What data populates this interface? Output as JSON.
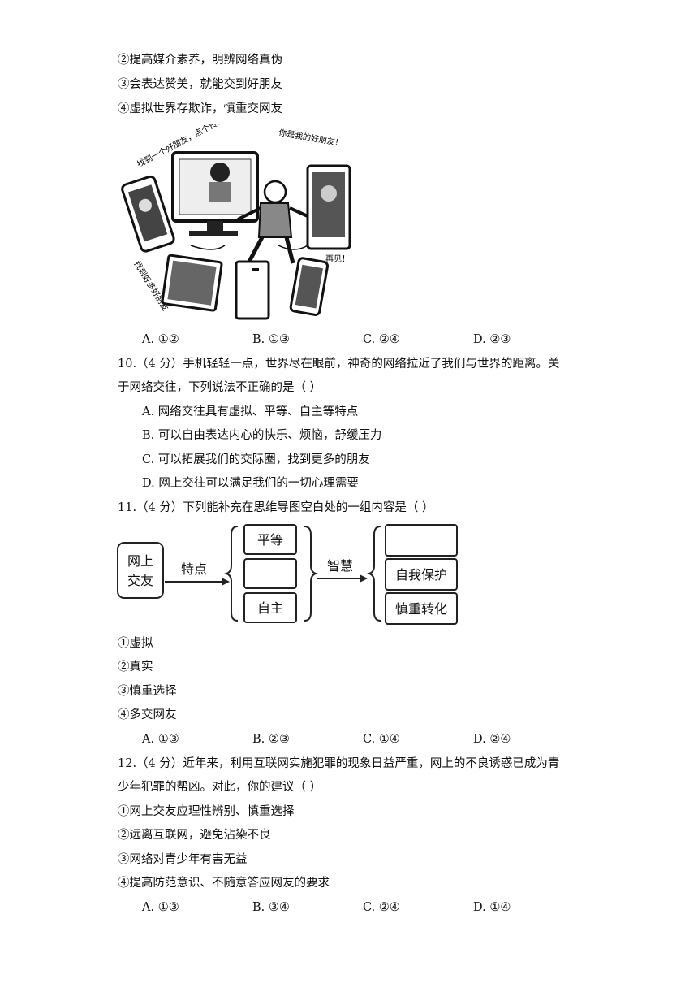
{
  "q9": {
    "items": [
      "②提高媒介素养，明辨网络真伪",
      "③会表达赞美，就能交到好朋友",
      "④虚拟世界存欺诈，慎重交网友"
    ],
    "cartoon_text": [
      "找到一个好朋友，点个赞！打点赏！",
      "你是我的好朋友！",
      "找到好多好朋友",
      "再见！"
    ],
    "options": [
      "A. ①②",
      "B. ①③",
      "C. ②④",
      "D. ②③"
    ]
  },
  "q10": {
    "stem_line1": "10.（4 分）手机轻轻一点，世界尽在眼前，神奇的网络拉近了我们与世界的距离。关",
    "stem_line2": "于网络交往，下列说法不正确的是（   ）",
    "choices": [
      "A. 网络交往具有虚拟、平等、自主等特点",
      "B. 可以自由表达内心的快乐、烦恼，舒缓压力",
      "C. 可以拓展我们的交际圈，找到更多的朋友",
      "D. 网上交往可以满足我们的一切心理需要"
    ]
  },
  "q11": {
    "stem": "11.（4 分）下列能补充在思维导图空白处的一组内容是（   ）",
    "mindmap": {
      "root": "网上交友",
      "root_lines": [
        "网上",
        "交友"
      ],
      "arrow1": "特点",
      "mid": [
        "平等",
        "",
        "自主"
      ],
      "arrow2": "智慧",
      "right": [
        "",
        "自我保护",
        "慎重转化"
      ]
    },
    "items": [
      "①虚拟",
      "②真实",
      "③慎重选择",
      "④多交网友"
    ],
    "options": [
      "A. ①③",
      "B. ②③",
      "C. ①④",
      "D. ②④"
    ]
  },
  "q12": {
    "stem_line1": "12.（4 分）近年来，利用互联网实施犯罪的现象日益严重，网上的不良诱惑已成为青",
    "stem_line2": "少年犯罪的帮凶。对此，你的建议（   ）",
    "items": [
      "①网上交友应理性辨别、慎重选择",
      "②远离互联网，避免沾染不良",
      "③网络对青少年有害无益",
      "④提高防范意识、不随意答应网友的要求"
    ],
    "options": [
      "A. ①③",
      "B. ③④",
      "C. ②④",
      "D. ①④"
    ]
  }
}
